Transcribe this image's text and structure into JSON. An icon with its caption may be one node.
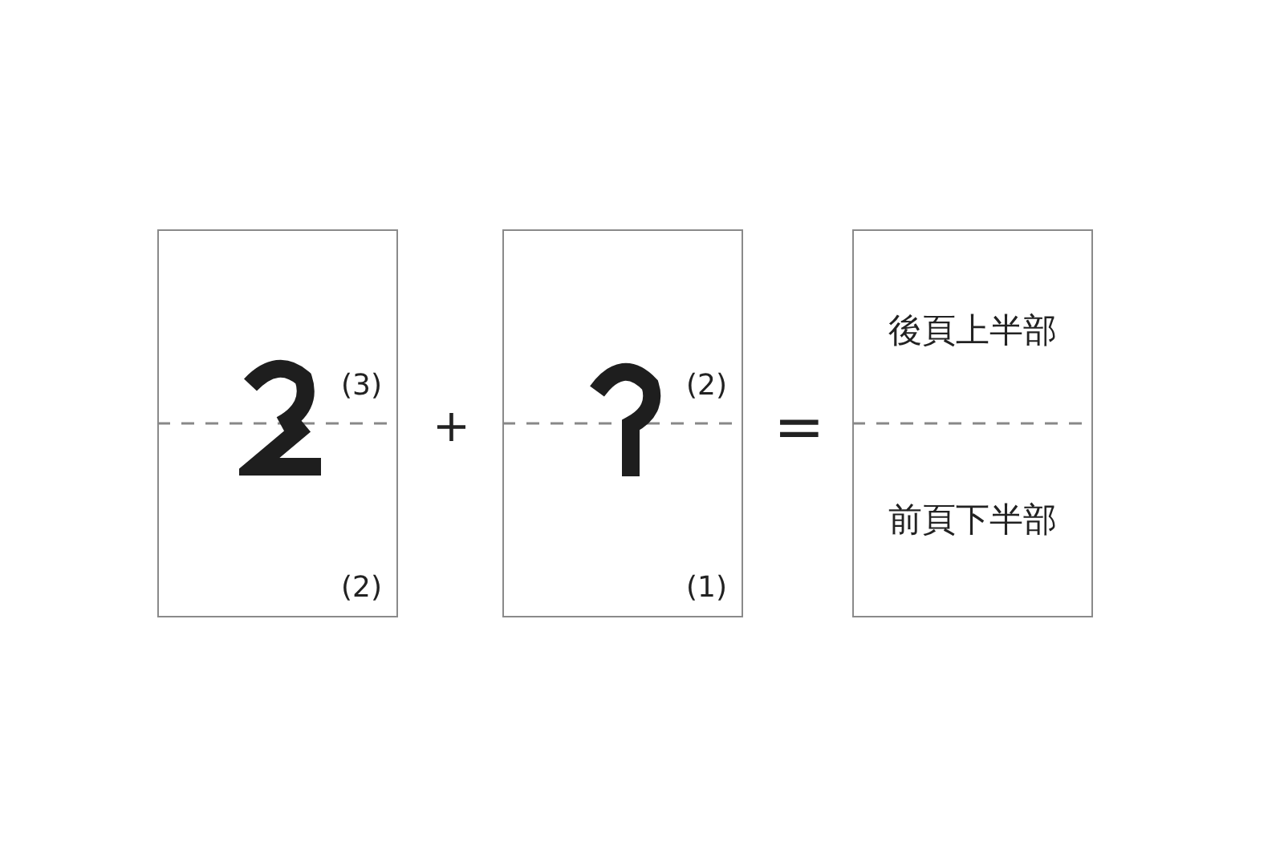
{
  "diagram": {
    "nodes": [
      {
        "text": [
          "(3)",
          "(2)"
        ]
      },
      {
        "text": [
          "(2)",
          "(1)"
        ]
      },
      {
        "text": [
          "後頁上半部",
          "前頁下半部"
        ]
      }
    ],
    "labels": [
      "+",
      "="
    ]
  }
}
